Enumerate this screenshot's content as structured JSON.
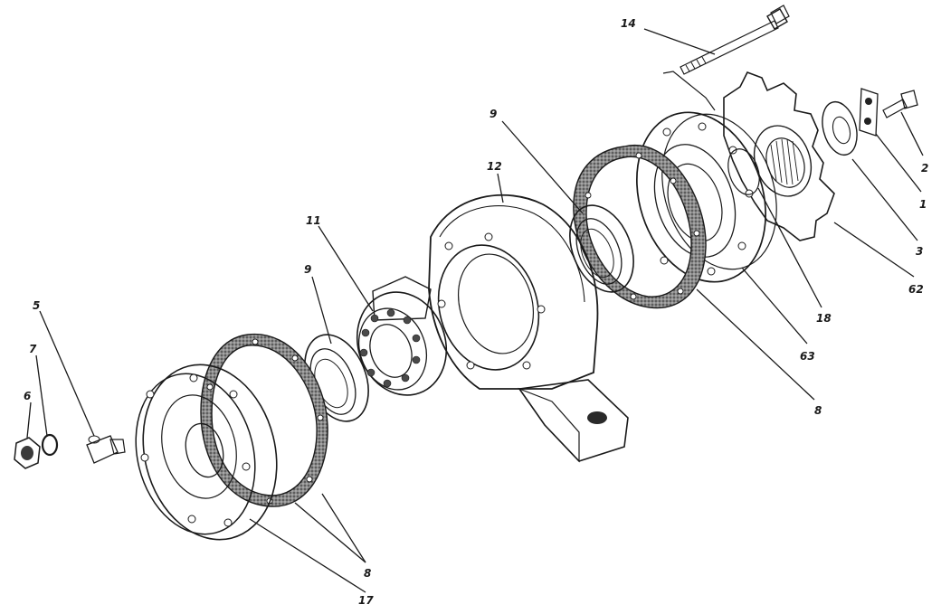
{
  "diagram": {
    "colors": {
      "ink": "#1a1a1a",
      "paper": "#ffffff",
      "shade": "#9a9a9a",
      "gasket": "#6e6e6e"
    },
    "callouts": [
      {
        "id": "c14",
        "text": "14"
      },
      {
        "id": "c9a",
        "text": "9"
      },
      {
        "id": "c12",
        "text": "12"
      },
      {
        "id": "c11",
        "text": "11"
      },
      {
        "id": "c9b",
        "text": "9"
      },
      {
        "id": "c5",
        "text": "5"
      },
      {
        "id": "c7",
        "text": "7"
      },
      {
        "id": "c6",
        "text": "6"
      },
      {
        "id": "c2",
        "text": "2"
      },
      {
        "id": "c1",
        "text": "1"
      },
      {
        "id": "c3",
        "text": "3"
      },
      {
        "id": "c62",
        "text": "62"
      },
      {
        "id": "c18",
        "text": "18"
      },
      {
        "id": "c63",
        "text": "63"
      },
      {
        "id": "c8a",
        "text": "8"
      },
      {
        "id": "c8b",
        "text": "8"
      },
      {
        "id": "c17",
        "text": "17"
      }
    ]
  }
}
